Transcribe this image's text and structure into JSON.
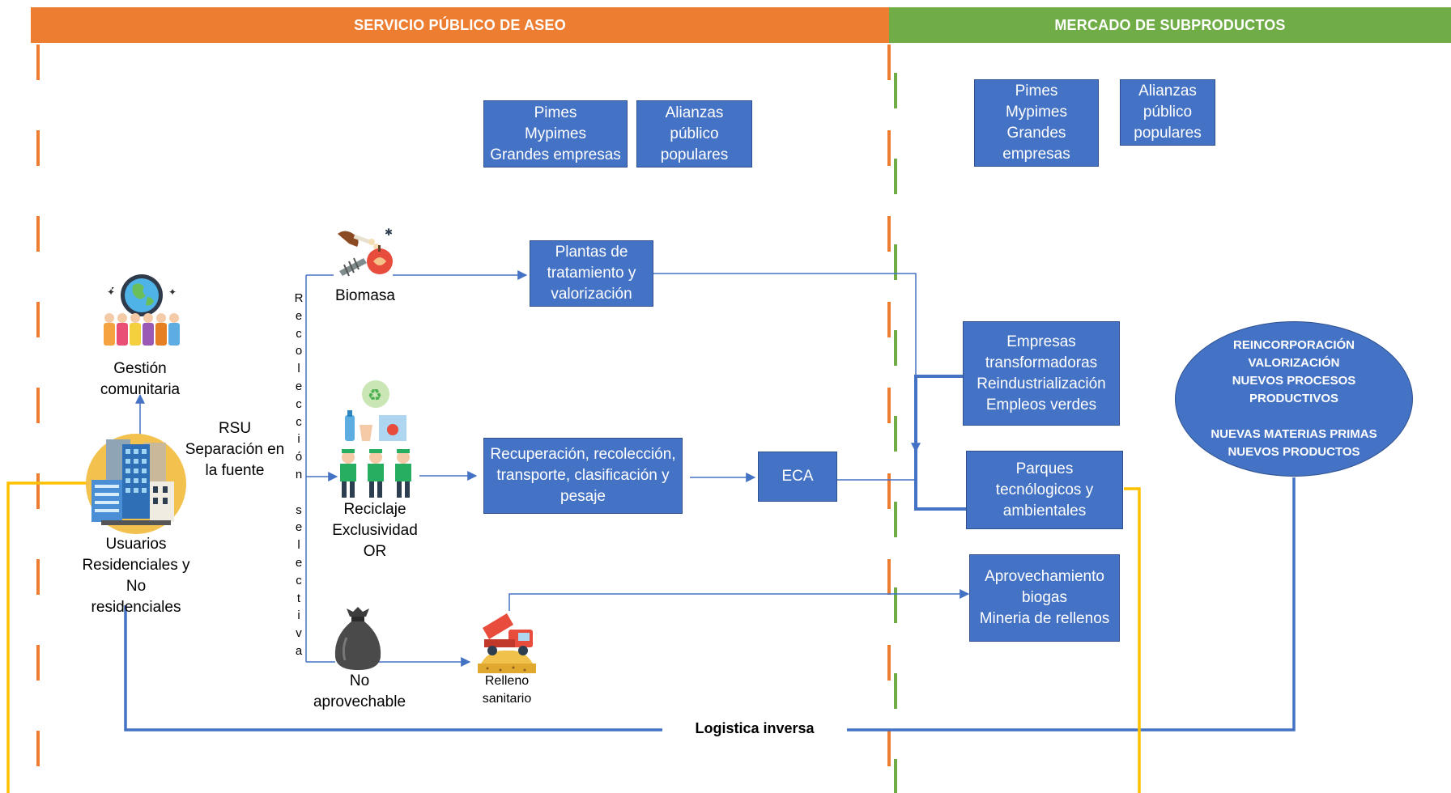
{
  "header": {
    "left_title": "SERVICIO PÚBLICO DE ASEO",
    "right_title": "MERCADO DE SUBPRODUCTOS",
    "left_color": "#ed7d31",
    "right_color": "#70ad47"
  },
  "colors": {
    "box_fill": "#4472c4",
    "flow_line": "#4472c4",
    "return_line": "#ffc000"
  },
  "service_side": {
    "actors_box": [
      "Pimes",
      "Mypimes",
      "Grandes empresas"
    ],
    "alliances_box": [
      "Alianzas",
      "público",
      "populares"
    ],
    "community": {
      "icon": "community-globe-icon",
      "label": [
        "Gestión",
        "comunitaria"
      ]
    },
    "users": {
      "icon": "city-buildings-icon",
      "label": [
        "Usuarios",
        "Residenciales y",
        "No",
        "residenciales"
      ]
    },
    "rsu": [
      "RSU",
      "Separación en",
      "la fuente"
    ],
    "selective_collection": "Recolección selectiva",
    "biomass": {
      "icon": "food-waste-icon",
      "label": "Biomasa"
    },
    "treatment_box": [
      "Plantas de",
      "tratamiento y",
      "valorización"
    ],
    "recycling": {
      "icon": "recyclers-icon",
      "label": [
        "Reciclaje",
        "Exclusividad",
        "OR"
      ]
    },
    "recovery_box": [
      "Recuperación, recolección,",
      "transporte, clasificación y",
      "pesaje"
    ],
    "eca_box": "ECA",
    "non_usable": {
      "icon": "garbage-bag-icon",
      "label": [
        "No",
        "aprovechable"
      ]
    },
    "landfill": {
      "icon": "dump-truck-icon",
      "label": [
        "Relleno",
        "sanitario"
      ]
    },
    "reverse_logistics": "Logistica inversa"
  },
  "market_side": {
    "actors_box": [
      "Pimes",
      "Mypimes",
      "Grandes",
      "empresas"
    ],
    "alliances_box": [
      "Alianzas",
      "público",
      "populares"
    ],
    "transformers_box": [
      "Empresas",
      "transformadoras",
      "Reindustrialización",
      "Empleos verdes"
    ],
    "parks_box": [
      "Parques",
      "tecnólogicos y",
      "ambientales"
    ],
    "biogas_box": [
      "Aprovechamiento",
      "biogas",
      "Mineria de rellenos"
    ],
    "ellipse": [
      "REINCORPORACIÓN",
      "VALORIZACIÓN",
      "NUEVOS PROCESOS",
      "PRODUCTIVOS",
      "",
      "NUEVAS MATERIAS PRIMAS",
      "NUEVOS PRODUCTOS"
    ]
  }
}
